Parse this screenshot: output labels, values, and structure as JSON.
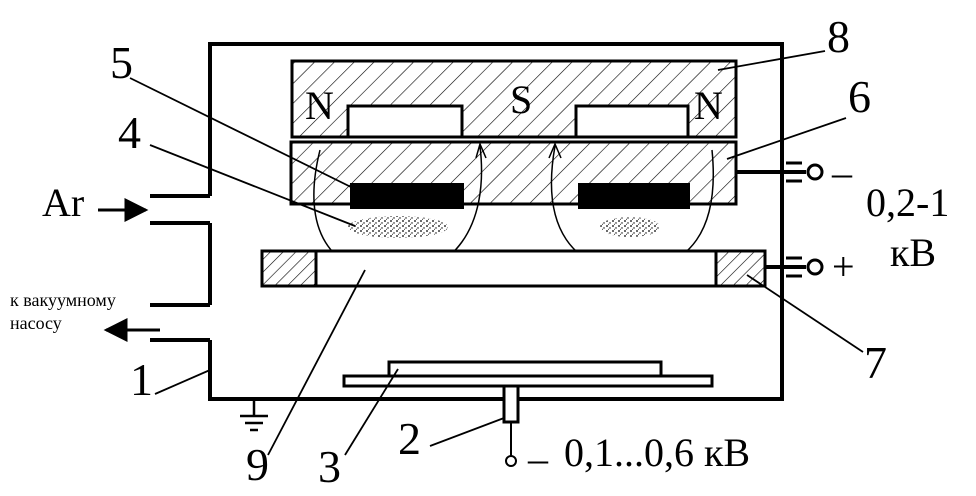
{
  "labels": {
    "n1": "1",
    "n2": "2",
    "n3": "3",
    "n4": "4",
    "n5": "5",
    "n6": "6",
    "n7": "7",
    "n8": "8",
    "n9": "9"
  },
  "poles": {
    "left": "N",
    "center": "S",
    "right": "N"
  },
  "gas": {
    "ar": "Ar"
  },
  "pump": {
    "line1": "к вакуумному",
    "line2": "насосу"
  },
  "cathode_voltage": {
    "minus": "–",
    "line1": "0,2-1",
    "line2": "кВ"
  },
  "anode_voltage": {
    "plus": "+"
  },
  "substrate_voltage": {
    "minus": "–",
    "value": "0,1...0,6 кВ"
  }
}
